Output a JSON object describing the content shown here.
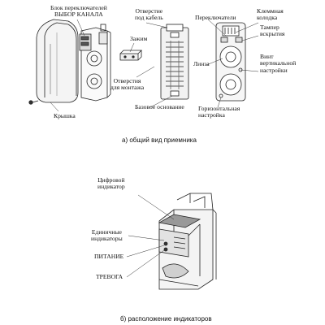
{
  "top": {
    "block_switch": [
      "Блок переключателей",
      "ВЫБОР КАНАЛА"
    ],
    "cable_hole": [
      "Отверстие",
      "под кабель"
    ],
    "clamp": "Зажим",
    "mount_holes": [
      "Отверстия",
      "для монтажа"
    ],
    "base": "Базовое основание",
    "cover": "Крышка",
    "switches": "Переключатели",
    "terminal": [
      "Клеммная",
      "колодка"
    ],
    "tamper": [
      "Тампер",
      "вскрытия"
    ],
    "lens": "Линза",
    "vscrew": [
      "Винт",
      "вертикальной",
      "настройки"
    ],
    "hscrew": [
      "Горизонтальная",
      "настройка"
    ],
    "caption": "а) общий вид приемника"
  },
  "bottom": {
    "digital": [
      "Цифровой",
      "индикатор"
    ],
    "unit": [
      "Единичные",
      "индикаторы"
    ],
    "power": "ПИТАНИЕ",
    "alarm": "ТРЕВОГА",
    "caption": "б) расположение индикаторов"
  }
}
